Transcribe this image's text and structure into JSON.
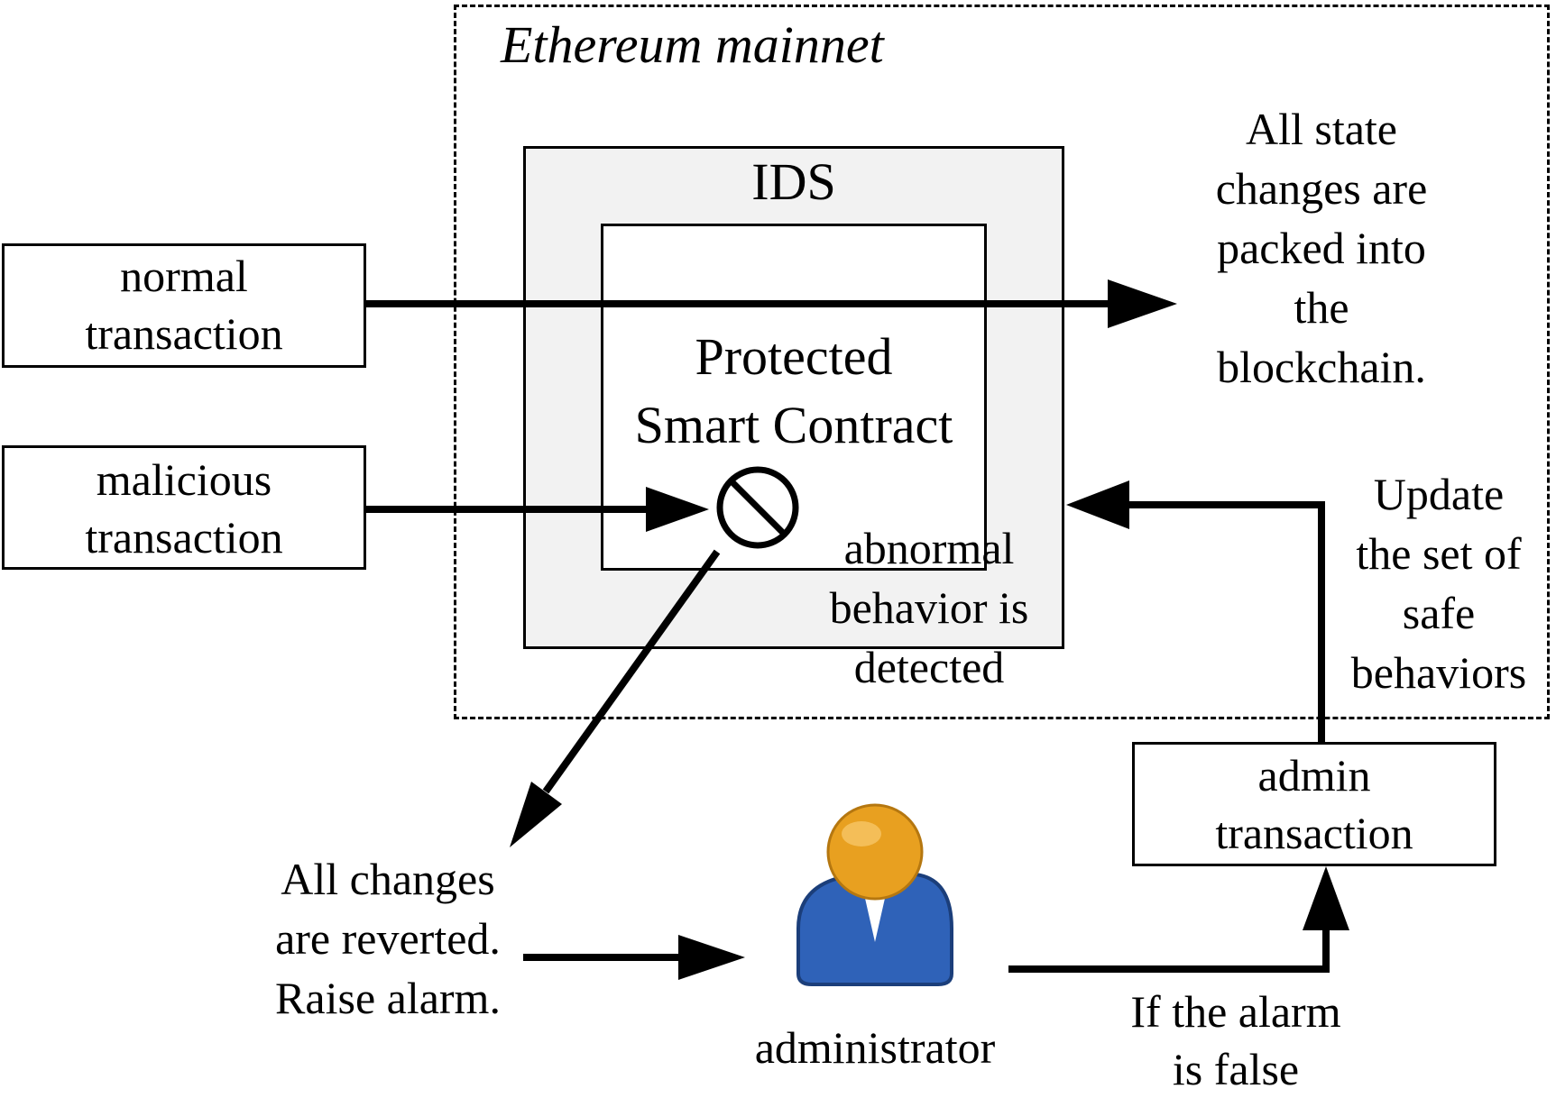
{
  "network": {
    "title": "Ethereum mainnet"
  },
  "ids": {
    "title": "IDS"
  },
  "contract": {
    "title": "Protected\nSmart Contract"
  },
  "inputs": {
    "normal": "normal\ntransaction",
    "malicious": "malicious\ntransaction"
  },
  "notes": {
    "packed": "All state\nchanges are\npacked into\nthe\nblockchain.",
    "abnormal": "abnormal\nbehavior is\ndetected",
    "update": "Update\nthe set of\nsafe\nbehaviors",
    "reverted": "All changes\nare reverted.\nRaise alarm.",
    "false_alarm": "If the alarm\nis false"
  },
  "admin": {
    "label": "administrator",
    "transaction": "admin\ntransaction",
    "icon": "administrator-user-icon"
  },
  "colors": {
    "ids_fill": "#f2f2f2",
    "head": "#e8a020",
    "body": "#2f62b8"
  }
}
